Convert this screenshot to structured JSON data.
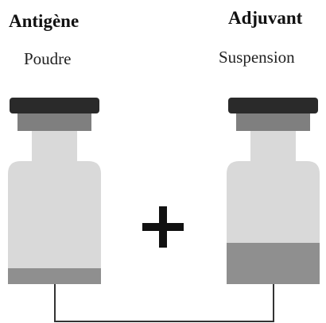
{
  "left_vial": {
    "title": "Antigène",
    "subtitle": "Poudre"
  },
  "right_vial": {
    "title": "Adjuvant",
    "subtitle": "Suspension"
  },
  "operator": "+",
  "colors": {
    "cap": "#2a2a2a",
    "collar": "#7f7f7f",
    "neck": "#d9d9d9",
    "body": "#d9d9d9",
    "fill": "#8f8f8f",
    "connector": "#333333"
  }
}
